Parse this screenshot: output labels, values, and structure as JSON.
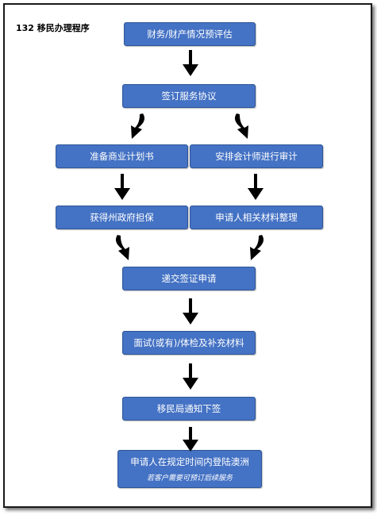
{
  "document": {
    "title": "132 移民办理程序"
  },
  "steps": {
    "s1": "财务/财产情况预评估",
    "s2": "签订服务协议",
    "s3a": "准备商业计划书",
    "s3b": "安排会计师进行审计",
    "s4a": "获得州政府担保",
    "s4b": "申请人相关材料整理",
    "s5": "递交签证申请",
    "s6": "面试(或有)/体检及补充材料",
    "s7": "移民局通知下签",
    "s8": "申请人在规定时间内登陆澳洲",
    "s8_note": "若客户需要可预订后续服务"
  },
  "colors": {
    "box_fill": "#4472c4",
    "box_border": "#2f5597",
    "box_text": "#ffffff",
    "arrow": "#000000"
  }
}
